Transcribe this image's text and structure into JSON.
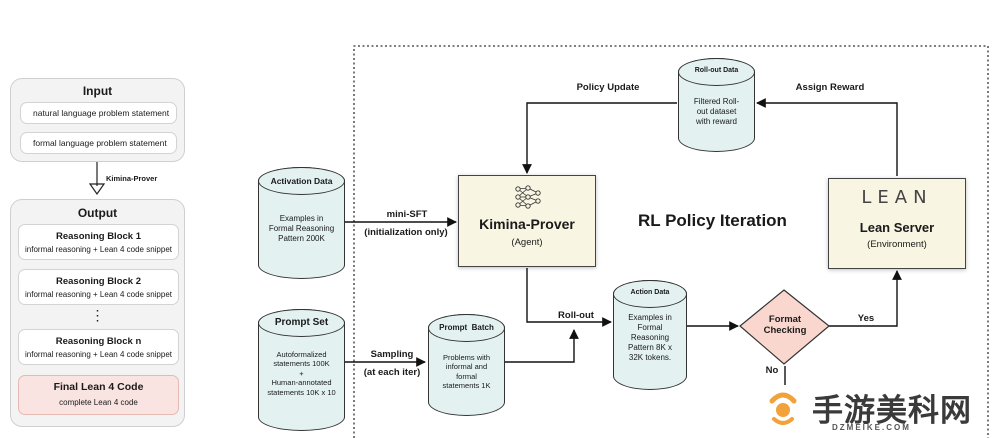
{
  "input_panel": {
    "title": "Input",
    "fields": [
      "natural language problem statement",
      "formal language problem statement"
    ]
  },
  "arrow_label": "Kimina-Prover",
  "output_panel": {
    "title": "Output",
    "blocks": [
      {
        "title": "Reasoning Block 1",
        "sub": "informal reasoning + Lean 4 code snippet"
      },
      {
        "title": "Reasoning Block 2",
        "sub": "informal reasoning + Lean 4 code snippet"
      },
      {
        "title": "Reasoning Block n",
        "sub": "informal reasoning + Lean 4 code snippet"
      }
    ],
    "ellipsis": "⋮",
    "final": {
      "title": "Final Lean 4 Code",
      "sub": "complete Lean 4 code"
    }
  },
  "rl_title": "RL Policy Iteration",
  "activation_data": {
    "title": "Activation Data",
    "body": [
      "Examples in",
      "Formal Reasoning",
      "Pattern 200K"
    ]
  },
  "prompt_set": {
    "title": "Prompt Set",
    "body": [
      "Autoformalized",
      "statements 100K",
      "+",
      "Human-annotated",
      "statements 10K x 10"
    ]
  },
  "prompt_batch": {
    "title": "Prompt  Batch",
    "body": [
      "Problems with",
      "informal and",
      "formal",
      "statements 1K"
    ]
  },
  "rollout_data": {
    "title": "Roll-out Data",
    "body": [
      "Filtered Roll-",
      "out dataset",
      "with reward"
    ]
  },
  "action_data": {
    "title": "Action Data",
    "body": [
      "Examples in",
      "Formal",
      "Reasoning",
      "Pattern 8K x",
      "32K tokens."
    ]
  },
  "kimina_box": {
    "title": "Kimina-Prover",
    "sub": "(Agent)"
  },
  "lean_box": {
    "logo": "LEAN",
    "title": "Lean Server",
    "sub": "(Environment)"
  },
  "format_check": {
    "line1": "Format",
    "line2": "Checking"
  },
  "labels": {
    "mini_sft": "mini-SFT",
    "init_only": "(initialization only)",
    "sampling": "Sampling",
    "at_each_iter": "(at each iter)",
    "roll_out": "Roll-out",
    "policy_update": "Policy Update",
    "assign_reward": "Assign Reward",
    "yes": "Yes",
    "no": "No"
  },
  "watermark": {
    "text": "手游美科网",
    "sub": "DZMEIKE.COM"
  },
  "colors": {
    "cylinder_fill": "#e3f1f1",
    "box_fill": "#f8f6e2",
    "final_fill": "#f9e4e1",
    "diamond_fill": "#f9d7cf",
    "panel_fill": "#f3f3f3"
  }
}
